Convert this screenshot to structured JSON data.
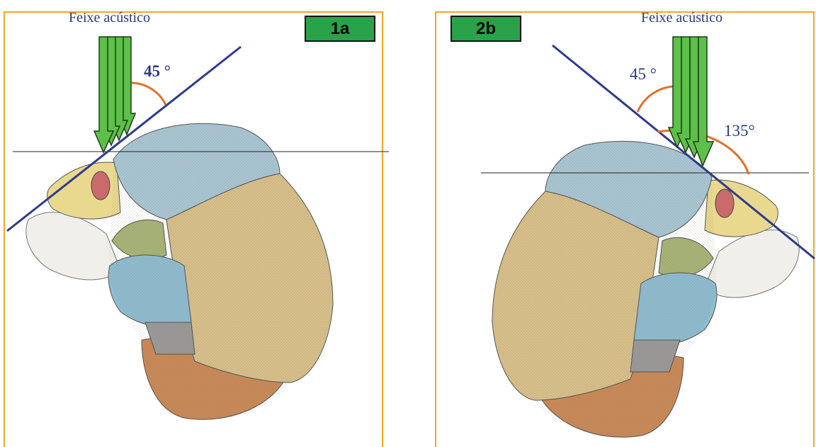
{
  "panel_a": {
    "tag": "1a",
    "beam_label": "Feixe acústico",
    "angle_label": "45 °"
  },
  "panel_b": {
    "tag": "2b",
    "beam_label": "Feixe acústico",
    "angle_label_small": "45 °",
    "angle_label_large": "135°"
  },
  "colors": {
    "frame": "#f5a623",
    "tag_bg": "#2aa24a",
    "beam_green": "#5cc049",
    "probe_line": "#2e3a8c",
    "angle_arc": "#e0702a",
    "label_text": "#2a3a8a"
  }
}
